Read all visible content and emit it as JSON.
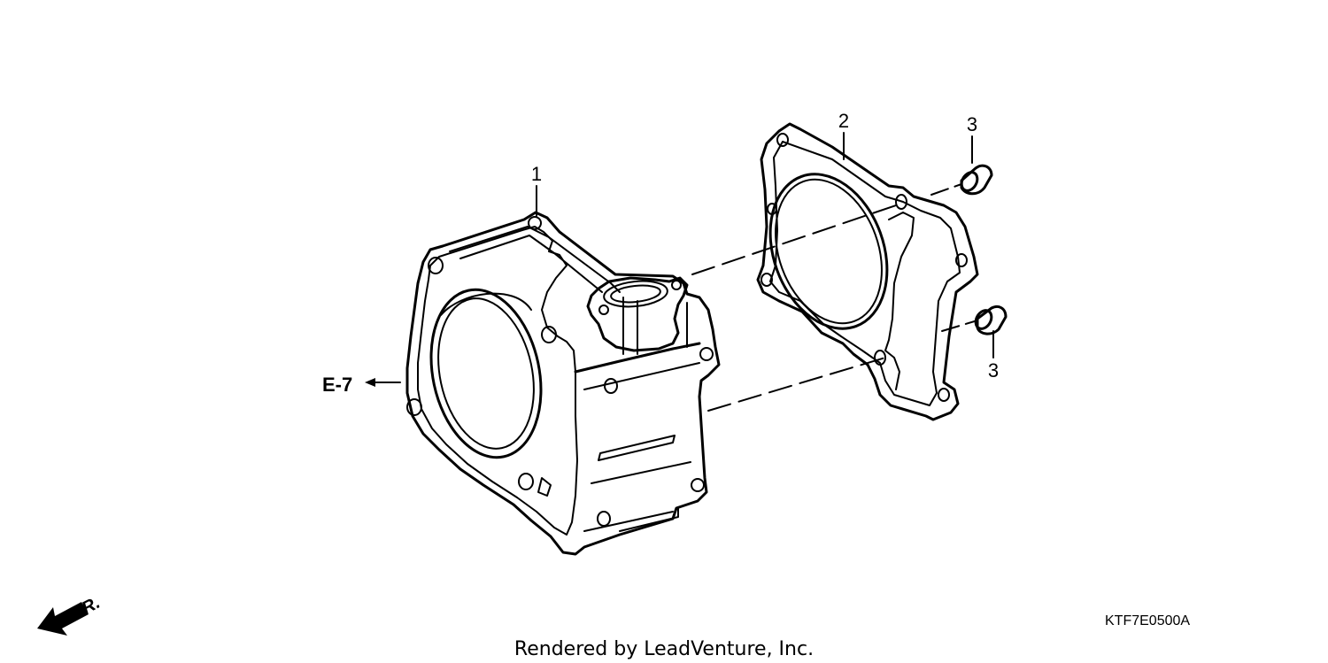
{
  "callouts": {
    "cylinder": "1",
    "gasket": "2",
    "dowel_upper": "3",
    "dowel_lower": "3"
  },
  "reference": {
    "label": "E-7"
  },
  "direction": {
    "label": "FR."
  },
  "diagram_code": "KTF7E0500A",
  "credit": "Rendered by LeadVenture, Inc.",
  "colors": {
    "ink": "#000000",
    "paper": "#ffffff"
  }
}
